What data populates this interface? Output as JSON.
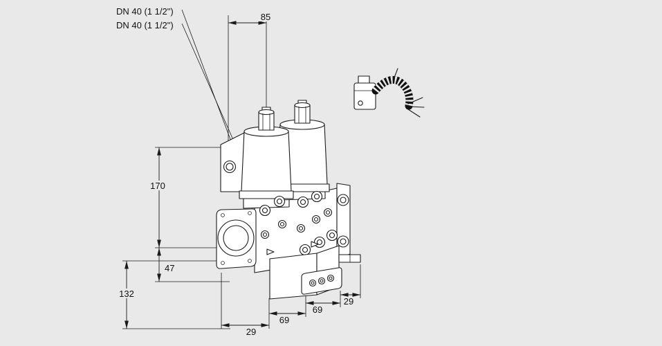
{
  "page": {
    "background_color": "#e9e9e9",
    "line_color": "#1a1a1a",
    "fill_color": "#ffffff"
  },
  "labels": {
    "dn_line1": "DN 40 (1 1/2\")",
    "dn_line2": "DN 40 (1 1/2\")"
  },
  "dimensions": {
    "top_width_mm": "85",
    "coil_height_mm": "170",
    "port_axis_height_mm": "47",
    "lower_height_mm": "132",
    "bottom_left_mm": "29",
    "bottom_mid_left_mm": "69",
    "bottom_mid_right_mm": "69",
    "bottom_right_mm": "29"
  }
}
